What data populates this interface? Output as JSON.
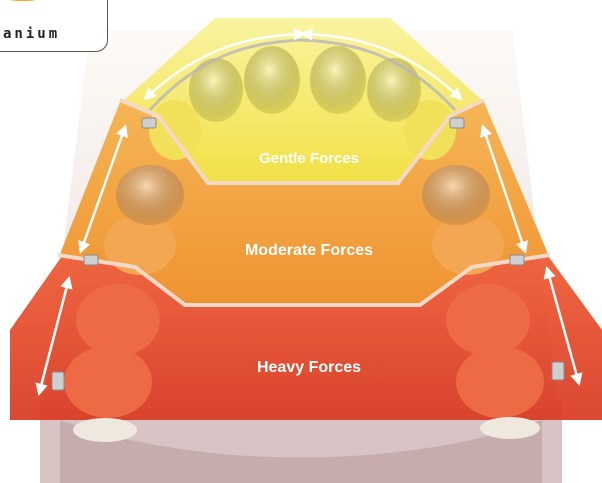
{
  "logo": {
    "text": "anium"
  },
  "zones": [
    {
      "label": "Gentle Forces",
      "color": "#f6e94a"
    },
    {
      "label": "Moderate Forces",
      "color": "#f29a2a"
    },
    {
      "label": "Heavy Forces",
      "color": "#e23d24"
    }
  ],
  "colors": {
    "arrow": "#ffffff",
    "divider": "#f4d9c8",
    "gum": "#c9a49a"
  }
}
